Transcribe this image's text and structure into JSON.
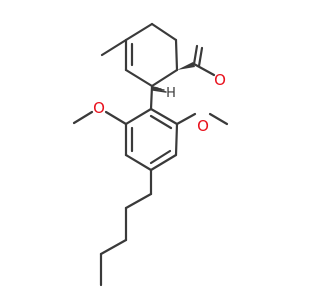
{
  "molecule": {
    "bond_color": "#3a3a3a",
    "heteroatom_color": "#e8101c",
    "labels": {
      "aldehyde_oxygen": "O",
      "methoxy_left_oxygen": "O",
      "methoxy_right_oxygen": "O",
      "stereo_hydrogen": "H"
    }
  }
}
